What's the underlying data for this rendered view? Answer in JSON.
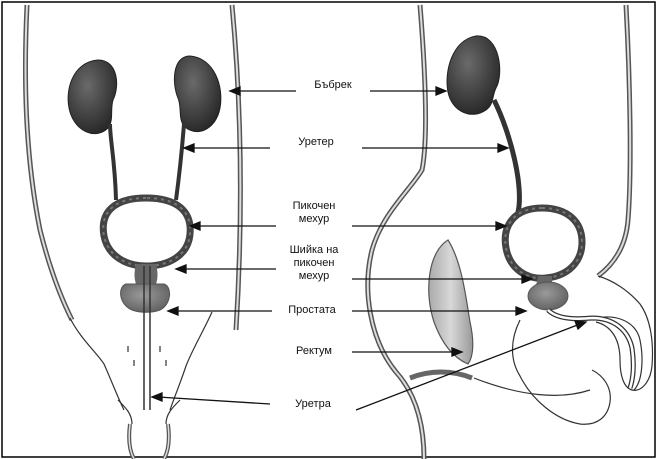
{
  "labels": {
    "kidney": "Бъбрек",
    "ureter": "Уретер",
    "bladder_line1": "Пикочен",
    "bladder_line2": "мехур",
    "neck_line1": "Шийка на",
    "neck_line2": "пикочен",
    "neck_line3": "мехур",
    "prostate": "Простата",
    "rectum": "Ректум",
    "urethra": "Уретра"
  }
}
